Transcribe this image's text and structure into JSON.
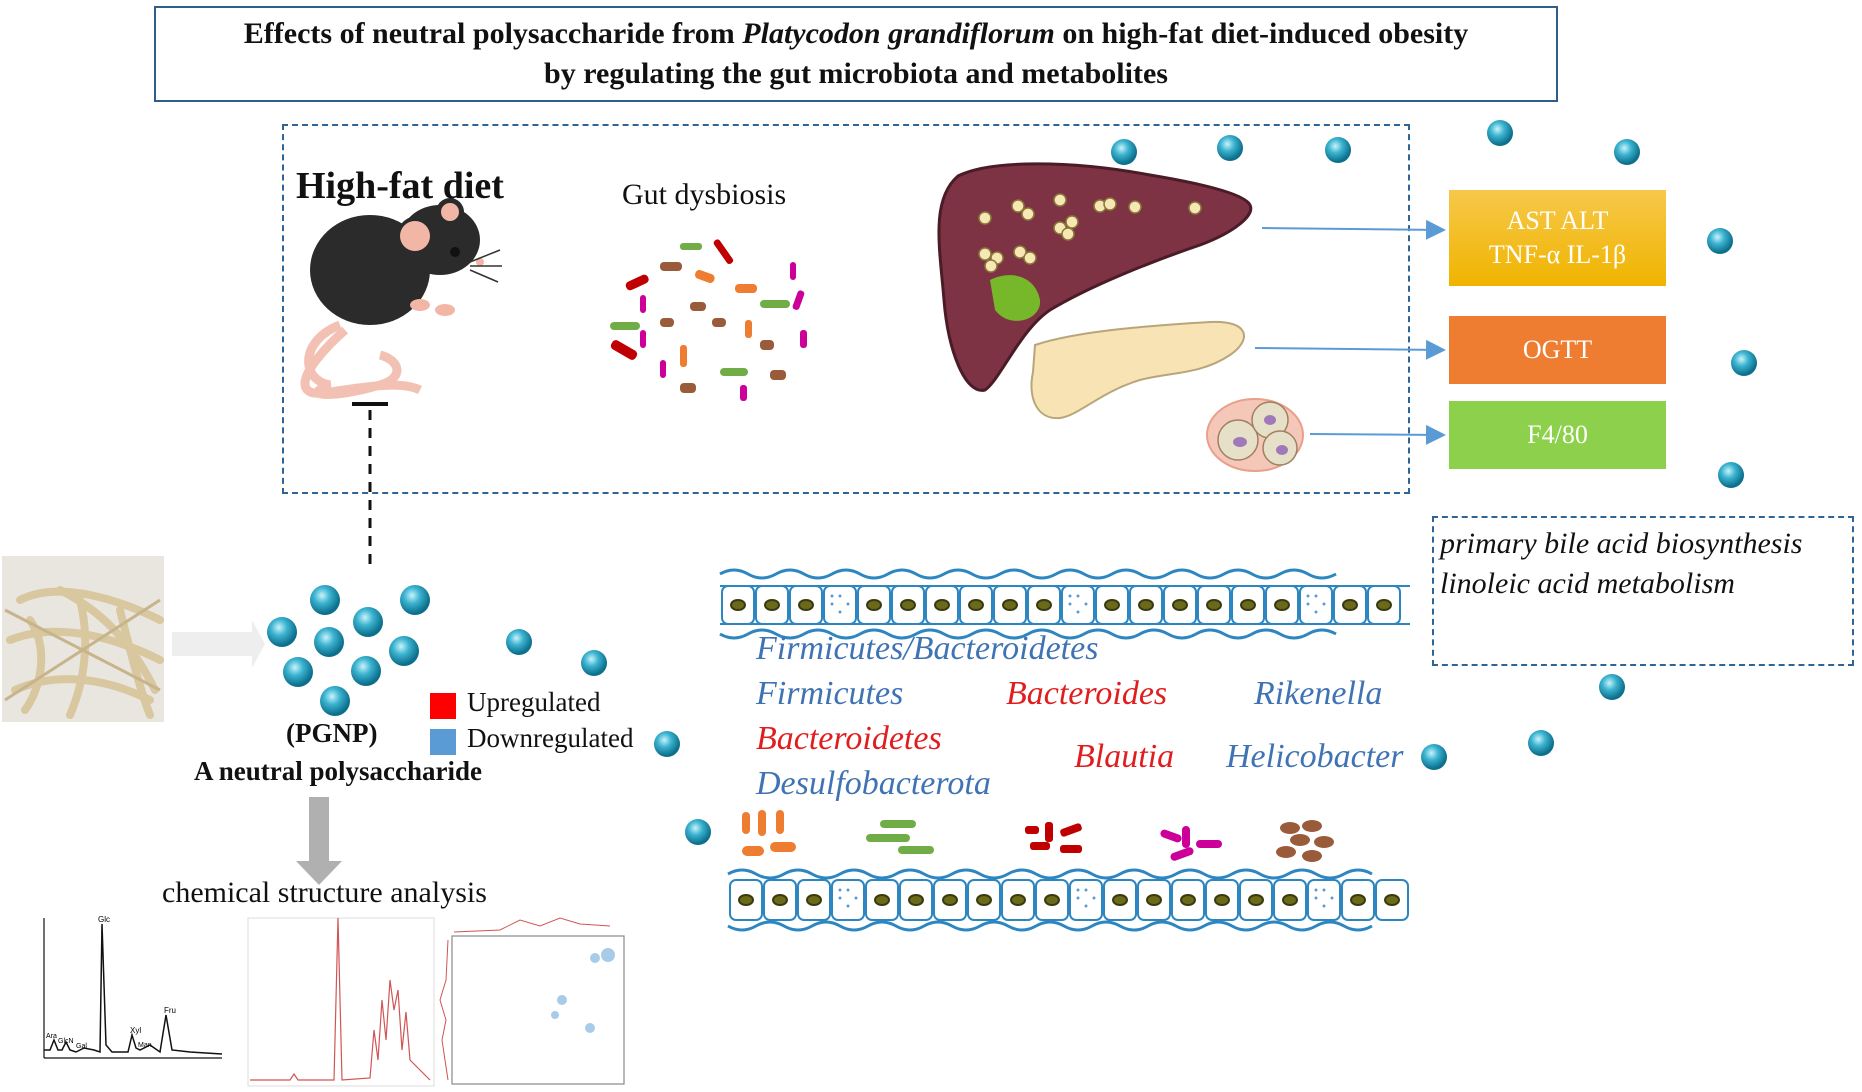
{
  "title": {
    "line1_a": "Effects of neutral polysaccharide from ",
    "line1_italic": "Platycodon grandiflorum",
    "line1_b": " on high-fat diet-induced obesity",
    "line2": "by regulating the gut microbiota and metabolites"
  },
  "panel": {
    "high_fat_diet": "High-fat diet",
    "gut_dysbiosis": "Gut dysbiosis"
  },
  "markers": {
    "ast_alt": "AST  ALT",
    "tnf_il": "TNF-α  IL-1β",
    "ogtt": "OGTT",
    "f480": "F4/80",
    "colors": {
      "ast": "#f0b400",
      "ogtt": "#ee7d31",
      "f480": "#8dd04c"
    }
  },
  "metabolism": {
    "line1": "primary bile acid biosynthesis",
    "line2": "linoleic acid metabolism"
  },
  "polysaccharide": {
    "abbr": "(PGNP)",
    "name": "A neutral polysaccharide"
  },
  "legend": {
    "up": "Upregulated",
    "down": "Downregulated",
    "up_color": "#ff0000",
    "down_color": "#5b9bd5"
  },
  "taxa": {
    "firm_bact": "Firmicutes/Bacteroidetes",
    "firmicutes": "Firmicutes",
    "bacteroides": "Bacteroides",
    "rikenella": "Rikenella",
    "bacteroidetes": "Bacteroidetes",
    "blautia": "Blautia",
    "helicobacter": "Helicobacter",
    "desulfobacterota": "Desulfobacterota"
  },
  "chemical": {
    "label": "chemical structure analysis",
    "peaks": {
      "glc": "Glc",
      "xyl": "Xyl",
      "man": "Man",
      "fru": "Fru",
      "ara": "Ara",
      "glcn": "GlcN",
      "gal": "Gal"
    }
  }
}
